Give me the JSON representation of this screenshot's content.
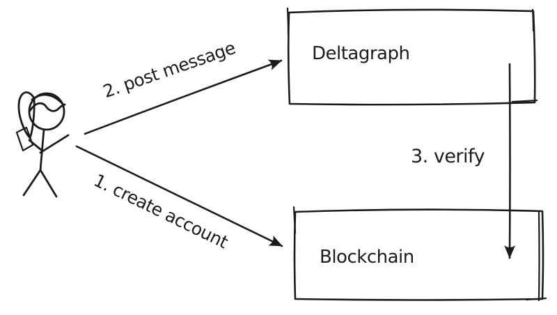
{
  "diagram": {
    "background_color": "#ffffff",
    "ink_color": "#1b1b1b",
    "style": "hand-drawn-sketch",
    "actor": {
      "id": "user",
      "icon": "stick-figure-person"
    },
    "nodes": [
      {
        "id": "deltagraph",
        "label": "Deltagraph",
        "shape": "rectangle"
      },
      {
        "id": "blockchain",
        "label": "Blockchain",
        "shape": "rectangle"
      }
    ],
    "edges": [
      {
        "label": "1. create account",
        "from": "user",
        "to": "blockchain",
        "direction": "diagonal-down-right"
      },
      {
        "label": "2. post message",
        "from": "user",
        "to": "deltagraph",
        "direction": "diagonal-up-right"
      },
      {
        "label": "3. verify",
        "from": "deltagraph",
        "to": "blockchain",
        "direction": "vertical-down"
      }
    ]
  }
}
